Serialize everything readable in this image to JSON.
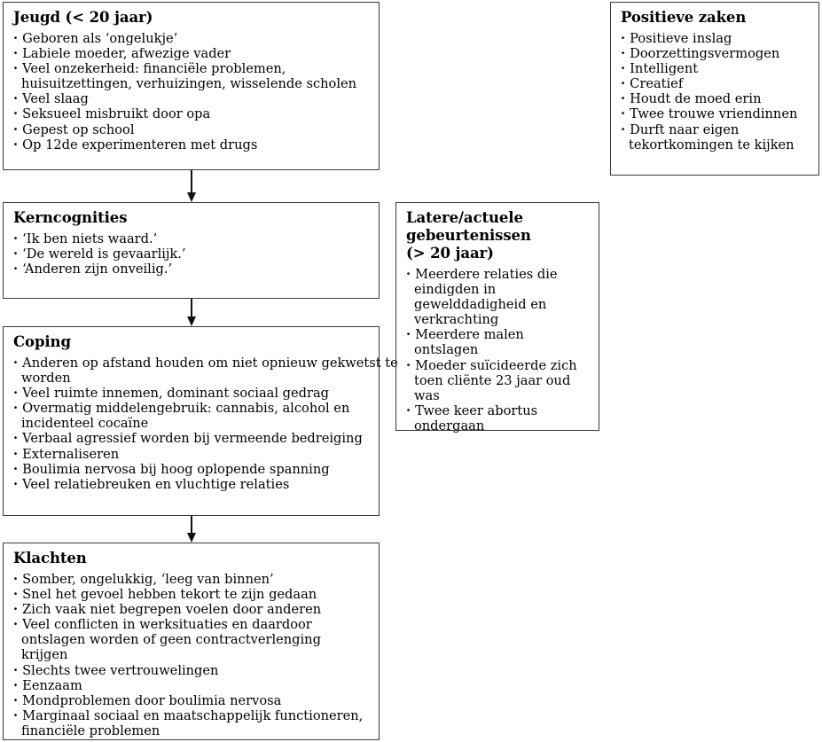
{
  "diagram": {
    "boxes": [
      {
        "key": "jeugd",
        "title": "Jeugd (< 20 jaar)",
        "items": [
          "Geboren als ‘ongelukje’",
          "Labiele moeder, afwezige vader",
          "Veel onzekerheid: financiële problemen, huisuitzettingen, verhuizingen, wisselende scholen",
          "Veel slaag",
          "Seksueel misbruikt door opa",
          "Gepest op school",
          "Op 12de experimenteren met drugs"
        ]
      },
      {
        "key": "positieve",
        "title": "Positieve zaken",
        "items": [
          "Positieve inslag",
          "Doorzettingsvermogen",
          "Intelligent",
          "Creatief",
          "Houdt de moed erin",
          "Twee trouwe vriendinnen",
          "Durft naar eigen tekortkomingen te kijken"
        ]
      },
      {
        "key": "kerncognities",
        "title": "Kerncognities",
        "items": [
          "‘Ik ben niets waard.’",
          "‘De wereld is gevaarlijk.’",
          "‘Anderen zijn onveilig.’"
        ]
      },
      {
        "key": "latere",
        "title": "Latere/actuele gebeurtenissen\n(> 20 jaar)",
        "items": [
          "Meerdere relaties die eindigden in gewelddadigheid en verkrachting",
          "Meerdere malen ontslagen",
          "Moeder suïcideerde zich toen cliënte 23 jaar oud was",
          "Twee keer abortus ondergaan"
        ]
      },
      {
        "key": "coping",
        "title": "Coping",
        "items": [
          "Anderen op afstand houden om niet opnieuw gekwetst te worden",
          "Veel ruimte innemen, dominant sociaal gedrag",
          "Overmatig middelengebruik: cannabis, alcohol en incidenteel cocaïne",
          "Verbaal agressief worden bij vermeende bedreiging",
          "Externaliseren",
          "Boulimia nervosa bij hoog oplopende spanning",
          "Veel relatiebreuken en vluchtige relaties"
        ]
      },
      {
        "key": "klachten",
        "title": "Klachten",
        "items": [
          "Somber, ongelukkig, ‘leeg van binnen’",
          "Snel het gevoel hebben tekort te zijn gedaan",
          "Zich vaak niet begrepen voelen door anderen",
          "Veel conflicten in werksituaties en daardoor ontslagen worden of geen contractverlenging krijgen",
          "Slechts twee vertrouwelingen",
          "Eenzaam",
          "Mondproblemen door boulimia nervosa",
          "Marginaal sociaal en maatschappelijk functioneren, financiële problemen"
        ]
      }
    ],
    "arrows": [
      {
        "from": "jeugd",
        "to": "kerncognities"
      },
      {
        "from": "kerncognities",
        "to": "coping"
      },
      {
        "from": "coping",
        "to": "klachten"
      }
    ],
    "colors": {
      "box_border": "#3a3a3a",
      "arrow": "#111111",
      "text": "#000000",
      "background": "#ffffff"
    }
  }
}
